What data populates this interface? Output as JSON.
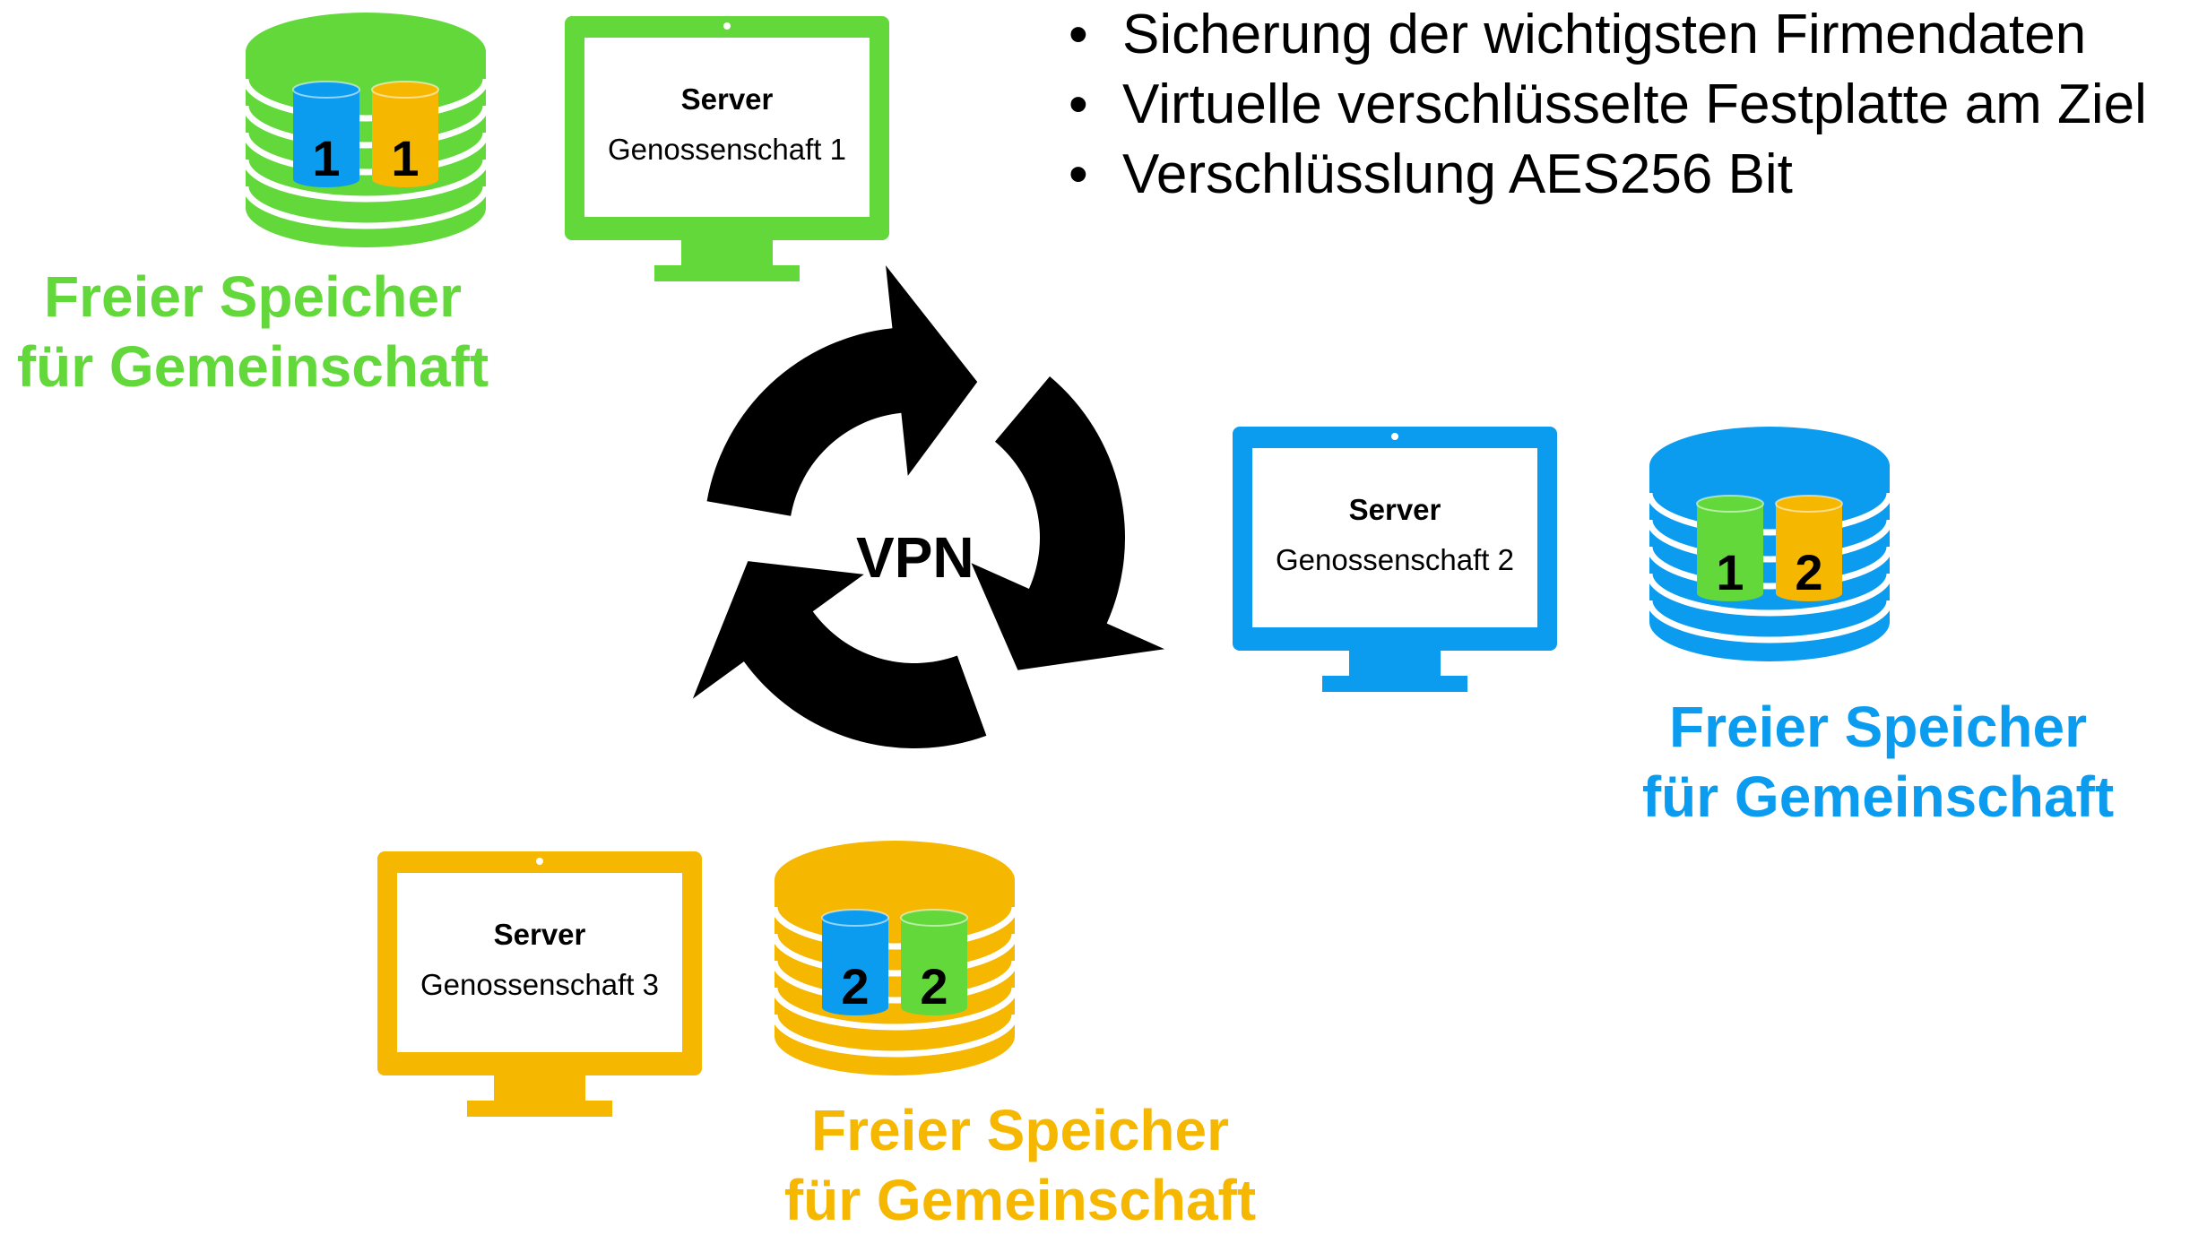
{
  "bullets": [
    "Sicherung der wichtigsten Firmendaten",
    "Virtuelle verschlüsselte Festplatte am Ziel",
    "Verschlüsslung AES256 Bit"
  ],
  "bullet_symbol": "•",
  "center": {
    "label": "VPN",
    "icon": "cycle-arrows-icon"
  },
  "monitors": [
    {
      "title": "Server",
      "subtitle": "Genossenschaft 1",
      "color": "#62d83b"
    },
    {
      "title": "Server",
      "subtitle": "Genossenschaft 2",
      "color": "#0b9cf0"
    },
    {
      "title": "Server",
      "subtitle": "Genossenschaft 3",
      "color": "#f5b700"
    }
  ],
  "storages": [
    {
      "color": "#62d83b",
      "caption": [
        "Freier Speicher",
        "für Gemeinschaft"
      ],
      "drives": [
        {
          "label": "1",
          "color": "#0b9cf0"
        },
        {
          "label": "1",
          "color": "#f5b700"
        }
      ]
    },
    {
      "color": "#0b9cf0",
      "caption": [
        "Freier Speicher",
        "für Gemeinschaft"
      ],
      "drives": [
        {
          "label": "1",
          "color": "#62d83b"
        },
        {
          "label": "2",
          "color": "#f5b700"
        }
      ]
    },
    {
      "color": "#f5b700",
      "caption": [
        "Freier Speicher",
        "für Gemeinschaft"
      ],
      "drives": [
        {
          "label": "2",
          "color": "#0b9cf0"
        },
        {
          "label": "2",
          "color": "#62d83b"
        }
      ]
    }
  ]
}
